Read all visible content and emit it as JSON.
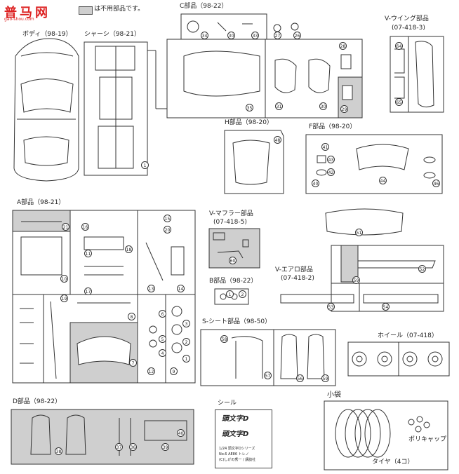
{
  "watermark": {
    "logo_text": "普马网",
    "url": "gao-shou.com"
  },
  "legend": {
    "text": "は不用部品です。"
  },
  "parts": {
    "body": "ボディ（98-19）",
    "chassis": "シャーシ（98-21）",
    "c": "C部品（98-22）",
    "v_wing": "V-ウイング部品",
    "v_wing_code": "(07-418-3)",
    "h": "H部品（98-20）",
    "f": "F部品（98-20）",
    "a": "A部品（98-21）",
    "v_muffler": "V-マフラー部品",
    "v_muffler_code": "(07-418-5)",
    "b": "B部品（98-22）",
    "v_aero": "V-エアロ部品",
    "v_aero_code": "(07-418-2)",
    "s_seat": "S-シート部品（98-50）",
    "wheel": "ホイール（07-418）",
    "d": "D部品（98-22）",
    "seal": "シール",
    "kobukuro": "小袋",
    "polycap": "ポリキャップ",
    "tire": "タイヤ（4コ）"
  },
  "numbers": {
    "c": [
      "34",
      "30",
      "33",
      "27",
      "26",
      "28",
      "35",
      "31",
      "30",
      "29"
    ],
    "vwing": [
      "64",
      "65"
    ],
    "h": [
      "48"
    ],
    "f": [
      "41",
      "43",
      "42",
      "44",
      "46",
      "40"
    ],
    "a": [
      "21",
      "16",
      "15",
      "20",
      "11",
      "18",
      "10",
      "17",
      "13",
      "14",
      "8",
      "7",
      "6",
      "5",
      "4",
      "3",
      "2",
      "1",
      "9",
      "12",
      "19"
    ],
    "muffler": [
      "60"
    ],
    "b": [
      "1",
      "2"
    ],
    "aero": [
      "51",
      "52",
      "53",
      "54",
      "59"
    ],
    "seat": [
      "58",
      "57",
      "56",
      "59"
    ],
    "d": [
      "38",
      "37",
      "36",
      "39",
      "40"
    ]
  },
  "seal_lines": [
    "頭文字D",
    "頭文字D",
    "1/24 頭文字Dシリーズ",
    "No.6 AE86 トレノ",
    "(C)しげの秀一 / 講談社"
  ],
  "colors": {
    "line": "#333333",
    "unused": "#cfcfcf",
    "watermark": "#dd2222"
  }
}
